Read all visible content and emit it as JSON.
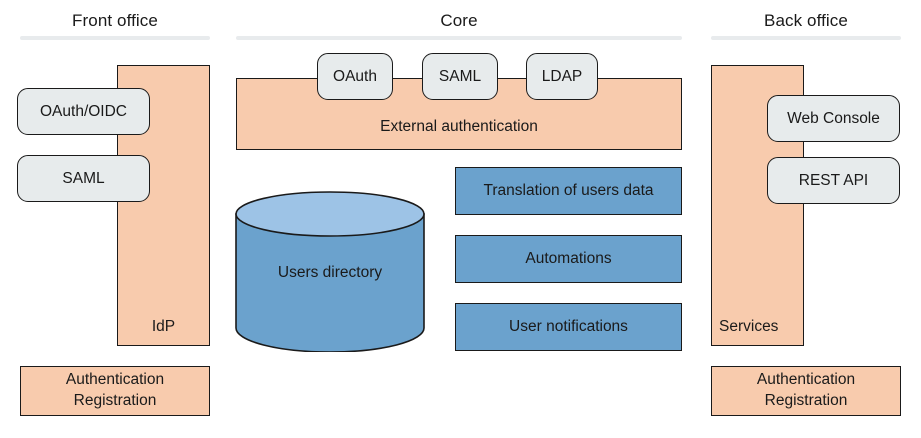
{
  "diagram": {
    "title_sections": [
      "Front office",
      "Core",
      "Back office"
    ],
    "colors": {
      "salmon": "#f8cbad",
      "blue": "#6ba2cd",
      "blue_light": "#9dc3e6",
      "gray": "#e7ebec",
      "stroke": "#1a1a1a",
      "rule": "#e8ebed",
      "background": "#ffffff"
    }
  },
  "front_office": {
    "header": "Front office",
    "band_label": "IdP",
    "chips": [
      {
        "label": "OAuth/OIDC"
      },
      {
        "label": "SAML"
      }
    ],
    "footer_box": {
      "line1": "Authentication",
      "line2": "Registration"
    }
  },
  "core": {
    "header": "Core",
    "auth_band_label": "External authentication",
    "protocol_chips": [
      {
        "label": "OAuth"
      },
      {
        "label": "SAML"
      },
      {
        "label": "LDAP"
      }
    ],
    "database": {
      "label": "Users directory",
      "shape": "cylinder-icon"
    },
    "service_boxes": [
      {
        "label": "Translation of users data"
      },
      {
        "label": "Automations"
      },
      {
        "label": "User notifications"
      }
    ]
  },
  "back_office": {
    "header": "Back office",
    "band_label": "Services",
    "chips": [
      {
        "label": "Web Console"
      },
      {
        "label": "REST API"
      }
    ],
    "footer_box": {
      "line1": "Authentication",
      "line2": "Registration"
    }
  }
}
